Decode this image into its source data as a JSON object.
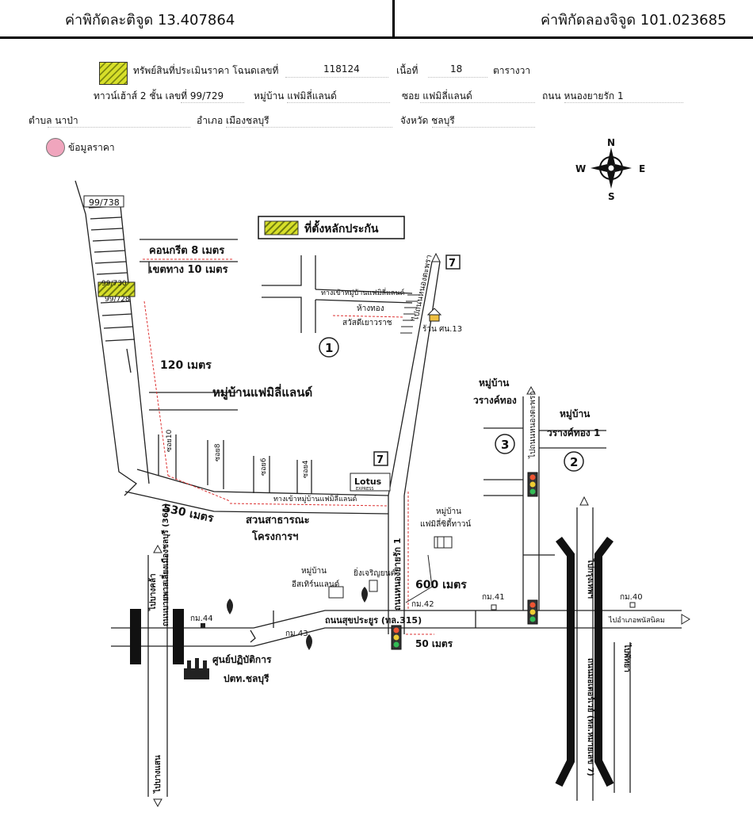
{
  "header": {
    "latitude": "ค่าพิกัดละติจูด 13.407864",
    "longitude": "ค่าพิกัดลองจิจูด 101.023685"
  },
  "info": {
    "asset_label": "ทรัพย์สินที่ประเมินราคา โฉนดเลขที่",
    "deed_no": "118124",
    "area_label": "เนื้อที่",
    "area_value": "18",
    "area_unit": "ตารางวา",
    "house": "ทาวน์เฮ้าส์ 2 ชั้น เลขที่ 99/729",
    "village": "หมู่บ้าน แฟมิลี่แลนด์",
    "soi": "ซอย แฟมิลี่แลนด์",
    "road": "ถนน หนองยายรัก 1",
    "subdistrict": "ตำบล นาป่า",
    "district": "อำเภอ เมืองชลบุรี",
    "province": "จังหวัด ชลบุรี",
    "price_info": "ข้อมูลราคา"
  },
  "map": {
    "compass": {
      "n": "N",
      "s": "S",
      "e": "E",
      "w": "W"
    },
    "collateral_legend": "ที่ตั้งหลักประกัน",
    "house_start": "99/738",
    "house_subject_a": "99/730",
    "house_subject_b": "99/728",
    "concrete": "คอนกรีต 8 เมตร",
    "easement": "เขตทาง 10 เมตร",
    "dist_120": "120 เมตร",
    "dist_530": "530 เมตร",
    "dist_600": "600 เมตร",
    "dist_50": "50 เมตร",
    "village_main": "หมู่บ้านแฟมิลี่แลนด์",
    "entrance_top": "ทางเข้าหมู่บ้านแฟมิลี่แลนด์",
    "entrance_bottom": "ทางเข้าหมู่บ้านแฟมิลี่แลนด์",
    "gold_shop_1": "ห้างทอง",
    "gold_shop_2": "สวัสดีเยาวราช",
    "shop_13": "ร้าน ศน.13",
    "road_to_nongpa": "ไปถนนหนองตะพรา",
    "marker_1": "1",
    "marker_2": "2",
    "marker_3": "3",
    "village_warang_1": "หมู่บ้าน",
    "village_warang_2": "วรางค์ทอง",
    "village_warang1_1": "หมู่บ้าน",
    "village_warang1_2": "วรางค์ทอง 1",
    "road_to_nongtaphra": "ไปถนนหนองตะพรา",
    "soi_a": "ซอย10",
    "soi_b": "ซอย8",
    "soi_c": "ซอย6",
    "soi_d": "ซอย4",
    "lotus": "Lotus",
    "lotus_sub": "EXPRESS",
    "park_1": "สวนสาธารณะ",
    "park_2": "โครงการฯ",
    "village_family_city_1": "หมู่บ้าน",
    "village_family_city_2": "แฟมิลี่ซิตี้ทาวน์",
    "road_nongyairak": "ถนนหนองยายรัก 1",
    "yingcharoen": "ยิ่งเจริญยนต์",
    "village_easter_1": "หมู่บ้าน",
    "village_easter_2": "อีสเทิร์นแลนด์",
    "km44": "กม.44",
    "km43": "กม.43",
    "km42": "กม.42",
    "km41": "กม.41",
    "km40": "กม.40",
    "road_sukprayoon": "ถนนสุขประยูร (ทล.315)",
    "road_to_bangkhla": "ไปบางคล้า",
    "road_bypass": "ถนนบายพาสเลี่ยงเมืองชลบุรี (361)",
    "road_to_bangsaen": "ไปบางแสน",
    "ptt_1": "ศูนย์ปฏิบัติการ",
    "ptt_2": "ปตท.ชลบุรี",
    "road_to_bangkok": "ไปกรุงเทพฯ",
    "road_motorway": "ถนนมอเตอร์เวย์ (ทล.หมายเลข 7)",
    "road_to_phanom": "ไปอำเภอพนัสนิคม",
    "road_to_pattaya": "ไปพัทยา"
  }
}
